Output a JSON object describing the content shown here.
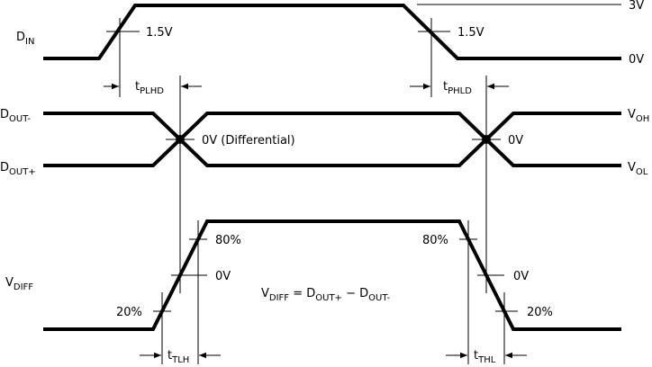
{
  "diagram": {
    "type": "timing-diagram",
    "signals": {
      "din": {
        "base": "D",
        "sub": "IN"
      },
      "dout_minus": {
        "base": "D",
        "sub": "OUT-"
      },
      "dout_plus": {
        "base": "D",
        "sub": "OUT+"
      },
      "vdiff": {
        "base": "V",
        "sub": "DIFF"
      }
    },
    "levels": {
      "high": "3V",
      "low": "0V",
      "threshold_rise": "1.5V",
      "threshold_fall": "1.5V",
      "voh": {
        "base": "V",
        "sub": "OH"
      },
      "vol": {
        "base": "V",
        "sub": "OL"
      },
      "crossing_left": "0V (Differential)",
      "crossing_right": "0V"
    },
    "timings": {
      "tplhd": {
        "base": "t",
        "sub": "PLHD"
      },
      "tphld": {
        "base": "t",
        "sub": "PHLD"
      },
      "ttlh": {
        "base": "t",
        "sub": "TLH"
      },
      "tthl": {
        "base": "t",
        "sub": "THL"
      }
    },
    "vdiff_marks": {
      "rise_80": "80%",
      "rise_0": "0V",
      "rise_20": "20%",
      "fall_80": "80%",
      "fall_0": "0V",
      "fall_20": "20%"
    },
    "equation": {
      "lhs_base": "V",
      "lhs_sub": "DIFF",
      "eq": " = ",
      "t1_base": "D",
      "t1_sub": "OUT+",
      "minus": " − ",
      "t2_base": "D",
      "t2_sub": "OUT-"
    }
  }
}
